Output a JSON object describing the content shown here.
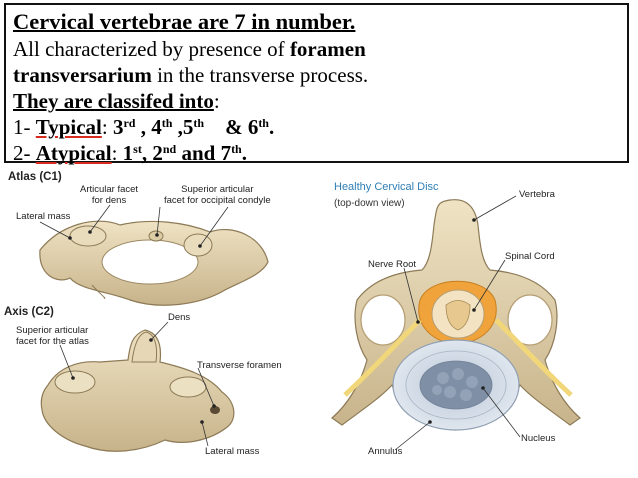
{
  "text_box": {
    "title": "Cervical vertebrae are 7 in number.",
    "line2_pre": "All characterized by presence of ",
    "line2_bold": "foramen",
    "line3_bold": "transversarium",
    "line3_post": " in the transverse process.",
    "line4_u": "They are classifed into",
    "line4_post": ":",
    "typ_prefix": "1- ",
    "typ_word": "Typical",
    "typ_colon": ": ",
    "typ_3": "3",
    "typ_3s": "rd",
    "typ_sep1": " , ",
    "typ_4": "4",
    "typ_4s": "th",
    "typ_sep2": " ,",
    "typ_5": "5",
    "typ_5s": "th",
    "typ_sep3": "    & ",
    "typ_6": "6",
    "typ_6s": "th",
    "typ_end": ".",
    "atyp_prefix": "2- ",
    "atyp_word": "Atypical",
    "atyp_colon": ": ",
    "atyp_1": "1",
    "atyp_1s": "st",
    "atyp_sep1": ", ",
    "atyp_2": "2",
    "atyp_2s": "nd",
    "atyp_sep2": " and ",
    "atyp_7": "7",
    "atyp_7s": "th",
    "atyp_end": "."
  },
  "atlas": {
    "heading": "Atlas (C1)",
    "labels": {
      "articular_facet": "Articular facet\nfor dens",
      "superior_facet": "Superior articular\nfacet for occipital condyle",
      "lateral_mass": "Lateral mass"
    }
  },
  "axis": {
    "heading": "Axis (C2)",
    "labels": {
      "superior_facet": "Superior articular\nfacet for the atlas",
      "dens": "Dens",
      "transverse_foramen": "Transverse foramen",
      "lateral_mass": "Lateral mass"
    }
  },
  "disc": {
    "title": "Healthy Cervical Disc",
    "subtitle": "(top-down view)",
    "labels": {
      "vertebra": "Vertebra",
      "nerve_root": "Nerve Root",
      "spinal_cord": "Spinal Cord",
      "nucleus": "Nucleus",
      "annulus": "Annulus"
    }
  },
  "colors": {
    "accent_underline": "#d62b1e",
    "bone": "#e3d3ad",
    "bone_dark": "#b59e74",
    "disc_blue": "#2f7fb6"
  }
}
